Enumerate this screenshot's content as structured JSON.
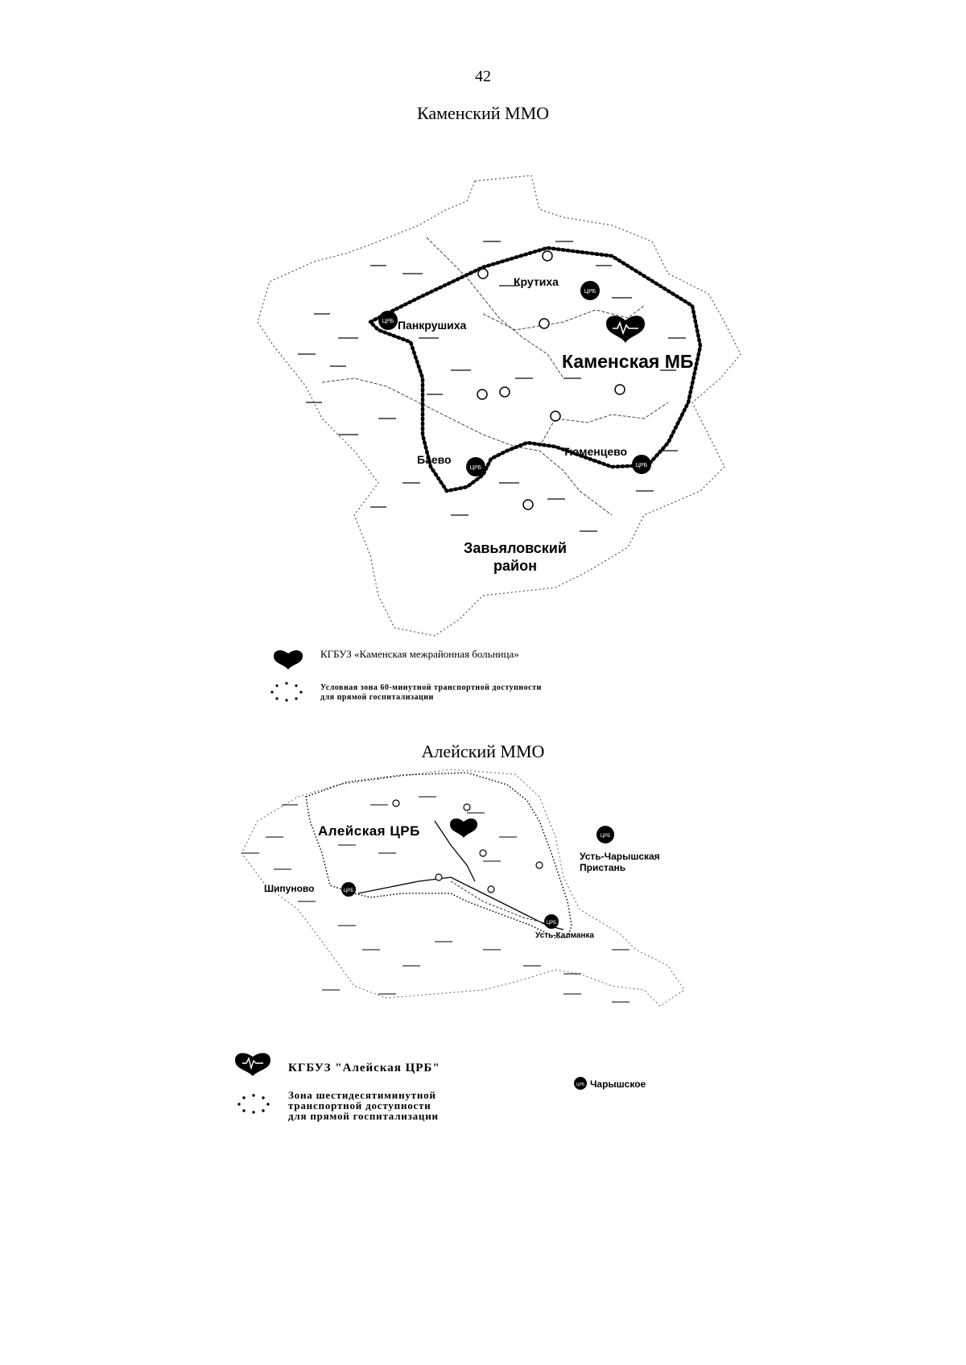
{
  "page_number": "42",
  "map1": {
    "title": "Каменский ММО",
    "labels": {
      "krutikha": "Крутиха",
      "pankrushikha": "Панкрушиха",
      "kamenskaya_mb": "Каменская МБ",
      "bayevo": "Баево",
      "tyumentsevo": "Тюменцево",
      "zavyalovsky_1": "Завьяловский",
      "zavyalovsky_2": "район",
      "crb_badge": "ЦРБ"
    },
    "legend": {
      "hospital": "КГБУЗ «Каменская межрайонная больница»",
      "zone_line1": "Условная зона 60-минутной транспортной доступности",
      "zone_line2": "для прямой госпитализации"
    }
  },
  "map2": {
    "title": "Алейский ММО",
    "labels": {
      "aleyskaya_crb": "Алейская ЦРБ",
      "ust_charyshskaya_1": "Усть-Чарышская",
      "ust_charyshskaya_2": "Пристань",
      "shipunovo": "Шипуново",
      "ust_kalmanka": "Усть-Калманка",
      "crb_badge": "ЦРБ"
    },
    "legend": {
      "hospital": "КГБУЗ \"Алейская ЦРБ\"",
      "zone_line1": "Зона шестидесятиминутной",
      "zone_line2": "транспортной доступности",
      "zone_line3": "для прямой госпитализации",
      "charyshskoe": "Чарышское"
    }
  },
  "colors": {
    "ink": "#000000",
    "paper": "#ffffff",
    "boundary": "#555555"
  },
  "icons": [
    "heart-ecg-icon",
    "crb-badge-icon",
    "dotted-zone-icon",
    "settlement-circle-icon"
  ]
}
